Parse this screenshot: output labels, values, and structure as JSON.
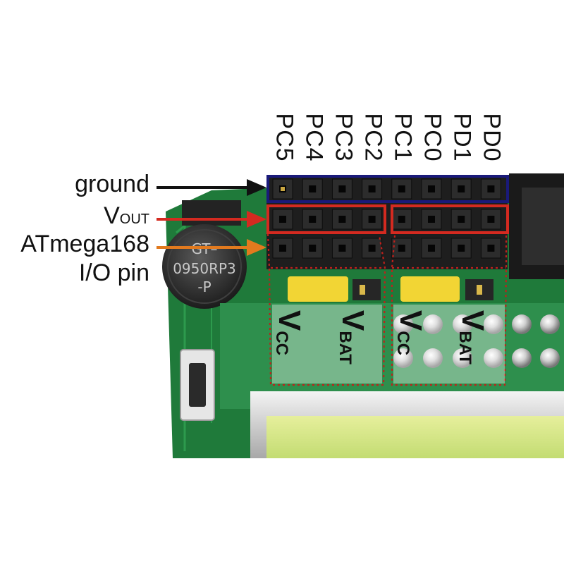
{
  "pin_labels": [
    "PC5",
    "PC4",
    "PC3",
    "PC2",
    "PC1",
    "PC0",
    "PD1",
    "PD0"
  ],
  "callouts": {
    "ground": "ground",
    "vout_main": "V",
    "vout_sub": "OUT",
    "io_line1": "ATmega168",
    "io_line2": "I/O pin"
  },
  "jumper_labels": {
    "vcc_main": "V",
    "vcc_sub": "CC",
    "vbat_main": "V",
    "vbat_sub": "BAT"
  },
  "buzzer_text": {
    "line1": "GT–",
    "line2": "0950RP3",
    "line3": "-P"
  },
  "colors": {
    "ground_arrow": "#111111",
    "vout_arrow": "#d42a20",
    "io_arrow": "#e27a1e",
    "ground_box": "#1a1a7a",
    "vout_box": "#d42a20",
    "dotted_box": "#c0201b",
    "pcb": "#1f7a3a",
    "lcd": "#cfe585"
  }
}
